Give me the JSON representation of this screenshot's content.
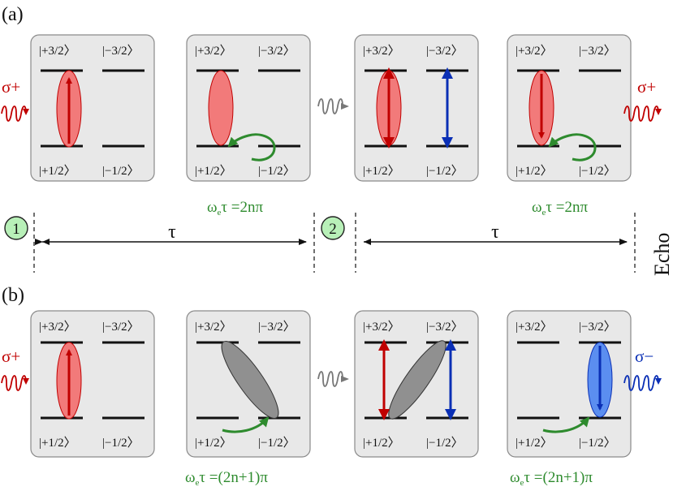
{
  "panel_labels": [
    "(a)",
    "(b)"
  ],
  "kets": {
    "plus_three_half": "|+3/2〉",
    "minus_three_half": "|−3/2〉",
    "plus_one_half": "|+1/2〉",
    "minus_one_half": "|−1/2〉"
  },
  "polarizations": {
    "sigma_plus": "σ+",
    "sigma_minus": "σ−"
  },
  "conditions": {
    "a": {
      "omega": "ω",
      "sub": "e",
      "rest": "τ =2nπ"
    },
    "b": {
      "omega": "ω",
      "sub": "e",
      "rest": "τ =(2n+1)π"
    }
  },
  "pulse_markers": [
    "1",
    "2"
  ],
  "delay_label": "τ",
  "echo_label": "Echo",
  "colors": {
    "red": "#c00000",
    "red_fill": "#f27a7a",
    "blue": "#0a2fb5",
    "blue_fill": "#5b8ef0",
    "green": "#2e8b2e",
    "gray_fill": "#909090",
    "marker_fill": "#b8f0b8"
  }
}
